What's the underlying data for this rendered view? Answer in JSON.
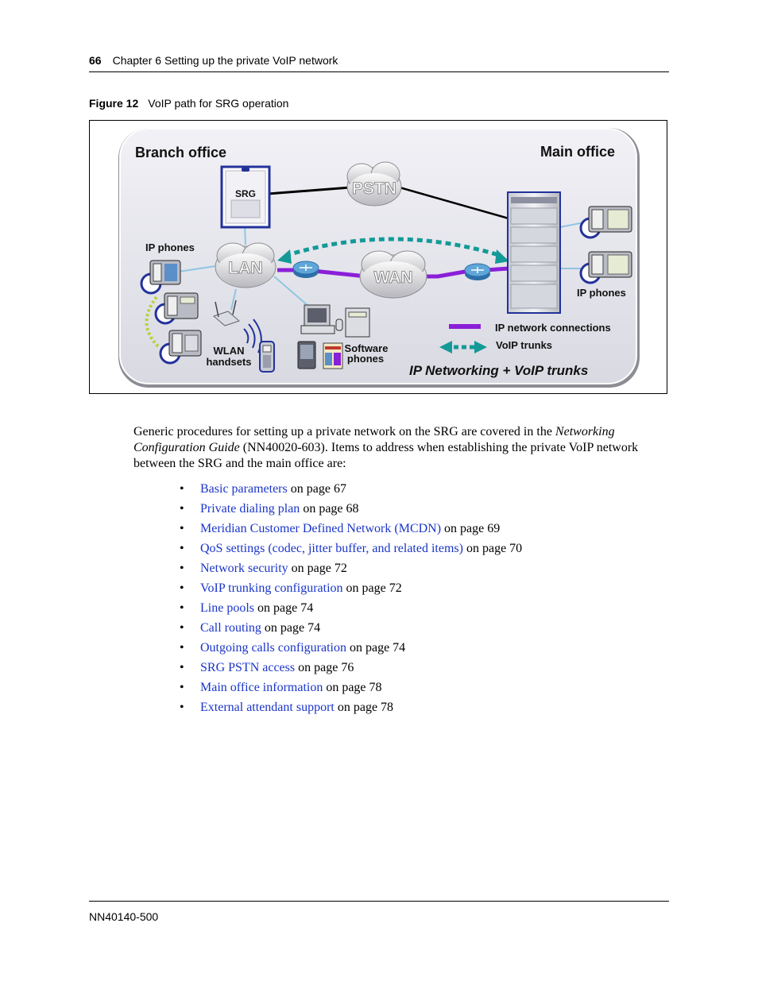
{
  "header": {
    "page_number": "66",
    "chapter": "Chapter 6  Setting up the private VoIP network"
  },
  "figure": {
    "label": "Figure 12",
    "title": "VoIP path for SRG operation",
    "diagram": {
      "branch_office": "Branch office",
      "main_office": "Main office",
      "srg": "SRG",
      "pstn": "PSTN",
      "lan": "LAN",
      "wan": "WAN",
      "ip_phones_branch": "IP phones",
      "ip_phones_main": "IP phones",
      "wlan_line1": "WLAN",
      "wlan_line2": "handsets",
      "software_line1": "Software",
      "software_line2": "phones",
      "legend_ip": "IP network connections",
      "legend_voip": "VoIP trunks",
      "footer_title": "IP Networking + VoIP trunks",
      "colors": {
        "ip_line": "#8a1fd8",
        "voip_line": "#139a97",
        "panel": "#e4e4ec",
        "wlan_ring": "#b4d23c"
      }
    }
  },
  "body": {
    "intro_part1": "Generic procedures for setting up a private network on the SRG are covered in the ",
    "intro_italic": "Networking Configuration Guide",
    "intro_part2": " (NN40020-603). Items to address when establishing the private VoIP network between the SRG and the main office are:",
    "items": [
      {
        "link": "Basic parameters",
        "page": " on page 67"
      },
      {
        "link": "Private dialing plan",
        "page": " on page 68"
      },
      {
        "link": "Meridian Customer Defined Network (MCDN)",
        "page": " on page 69"
      },
      {
        "link": "QoS settings (codec, jitter buffer, and related items)",
        "page": " on page 70"
      },
      {
        "link": "Network security",
        "page": " on page 72"
      },
      {
        "link": "VoIP trunking configuration",
        "page": " on page 72"
      },
      {
        "link": "Line pools",
        "page": " on page 74"
      },
      {
        "link": "Call routing",
        "page": " on page 74"
      },
      {
        "link": "Outgoing calls configuration",
        "page": " on page 74"
      },
      {
        "link": "SRG PSTN access",
        "page": " on page 76"
      },
      {
        "link": "Main office information",
        "page": " on page 78"
      },
      {
        "link": "External attendant support",
        "page": " on page 78"
      }
    ],
    "bullet": "•"
  },
  "footer": {
    "doc_number": "NN40140-500"
  }
}
